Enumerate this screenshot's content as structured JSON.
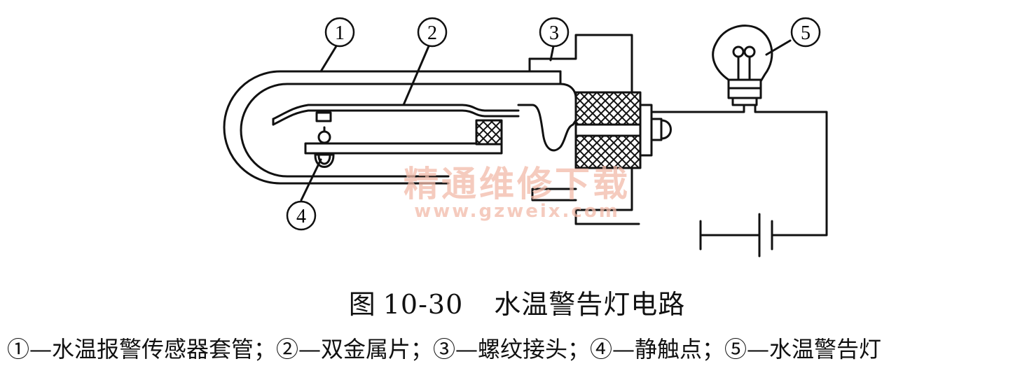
{
  "callouts": [
    {
      "id": "1",
      "label": "1"
    },
    {
      "id": "2",
      "label": "2"
    },
    {
      "id": "3",
      "label": "3"
    },
    {
      "id": "4",
      "label": "4"
    },
    {
      "id": "5",
      "label": "5"
    }
  ],
  "watermark": {
    "cn": "精通维修下载",
    "url": "www.gzweix.com"
  },
  "figure": {
    "prefix": "图",
    "number": "10-30",
    "title": "水温警告灯电路"
  },
  "legend_text": "①—水温报警传感器套管；②—双金属片；③—螺纹接头；④—静触点；⑤—水温警告灯",
  "colors": {
    "line": "#111111",
    "watermark": "#f2b9a8"
  }
}
